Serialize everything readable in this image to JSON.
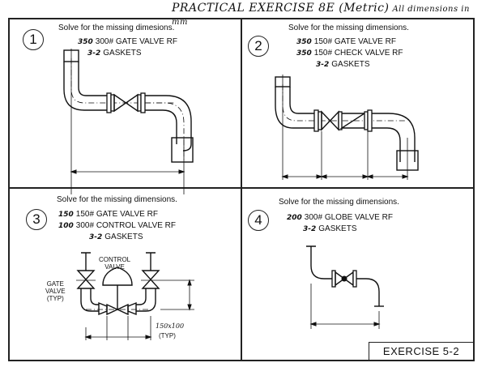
{
  "header": {
    "title": "PRACTICAL EXERCISE 8E (Metric)",
    "subtitle": "All dimensions in mm"
  },
  "panels": [
    {
      "number": "1",
      "instruction": "Solve for the missing dimesions.",
      "specs": [
        {
          "qty": "350",
          "text": "300# GATE VALVE RF"
        },
        {
          "qty": "3-2",
          "text": "GASKETS"
        }
      ]
    },
    {
      "number": "2",
      "instruction": "Solve for the missing dimensions.",
      "specs": [
        {
          "qty": "350",
          "text": "150# GATE VALVE RF"
        },
        {
          "qty": "350",
          "text": "150# CHECK VALVE RF"
        },
        {
          "qty": "3-2",
          "text": "GASKETS"
        }
      ]
    },
    {
      "number": "3",
      "instruction": "Solve for the missing dimensions.",
      "specs": [
        {
          "qty": "150",
          "text": "150# GATE VALVE RF"
        },
        {
          "qty": "100",
          "text": "300# CONTROL VALVE RF"
        },
        {
          "qty": "3-2",
          "text": "GASKETS"
        }
      ],
      "labels": {
        "control_valve": "CONTROL\nVALVE",
        "gate_valve": "GATE\nVALVE\n(TYP)",
        "reducer": "150x100",
        "reducer_typ": "(TYP)"
      }
    },
    {
      "number": "4",
      "instruction": "Solve for the missing dimensions.",
      "specs": [
        {
          "qty": "200",
          "text": "300# GLOBE VALVE RF"
        },
        {
          "qty": "3-2",
          "text": "GASKETS"
        }
      ]
    }
  ],
  "footer": {
    "exercise_label": "EXERCISE 5-2"
  }
}
